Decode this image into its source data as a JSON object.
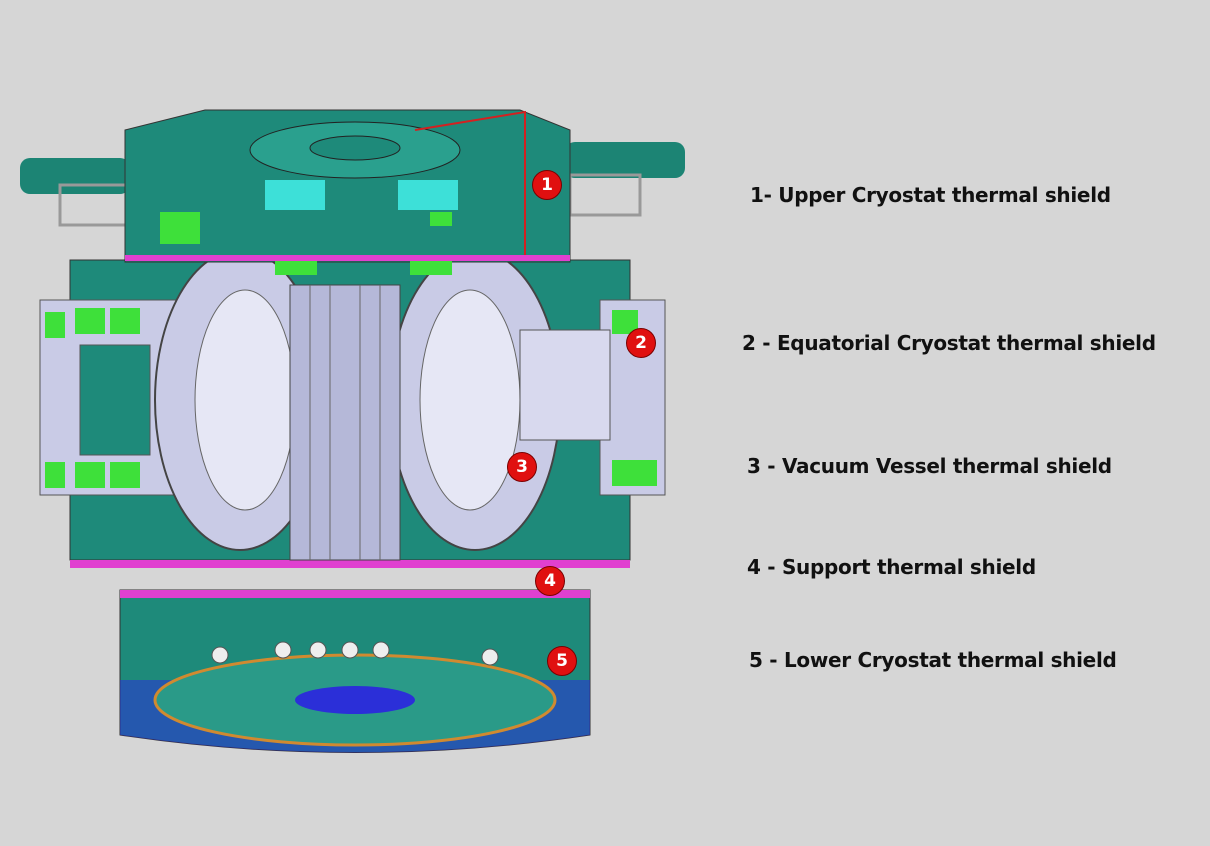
{
  "labels": [
    {
      "number": "1",
      "text": "1- Upper Cryostat thermal shield"
    },
    {
      "number": "2",
      "text": "2 - Equatorial Cryostat thermal shield"
    },
    {
      "number": "3",
      "text": "3 - Vacuum Vessel thermal shield"
    },
    {
      "number": "4",
      "text": "4 - Support thermal shield"
    },
    {
      "number": "5",
      "text": "5 - Lower Cryostat thermal shield"
    }
  ],
  "colors": {
    "background": "#d6d6d6",
    "shield_teal": "#1e8a7a",
    "panel_green": "#3ee03a",
    "coil_lavender": "#c9cbe6",
    "marker_red": "#e01010",
    "edge_magenta": "#e040d0",
    "base_blue": "#2b2fd8"
  }
}
